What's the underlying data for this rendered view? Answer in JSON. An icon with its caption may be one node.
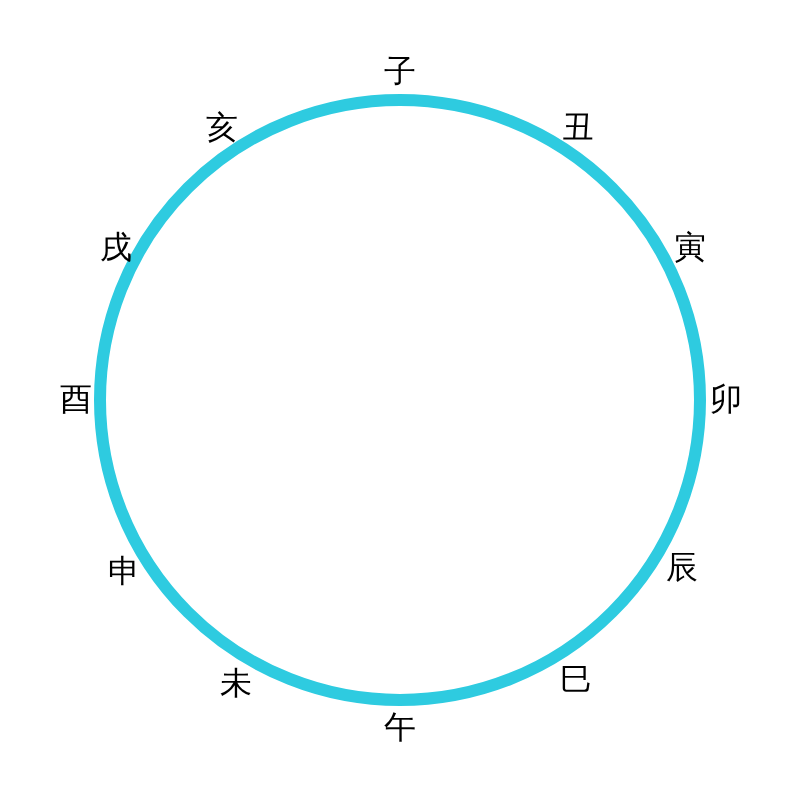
{
  "diagram": {
    "labels": [
      "子",
      "丑",
      "寅",
      "卯",
      "辰",
      "巳",
      "午",
      "未",
      "申",
      "酉",
      "戌",
      "亥"
    ]
  }
}
